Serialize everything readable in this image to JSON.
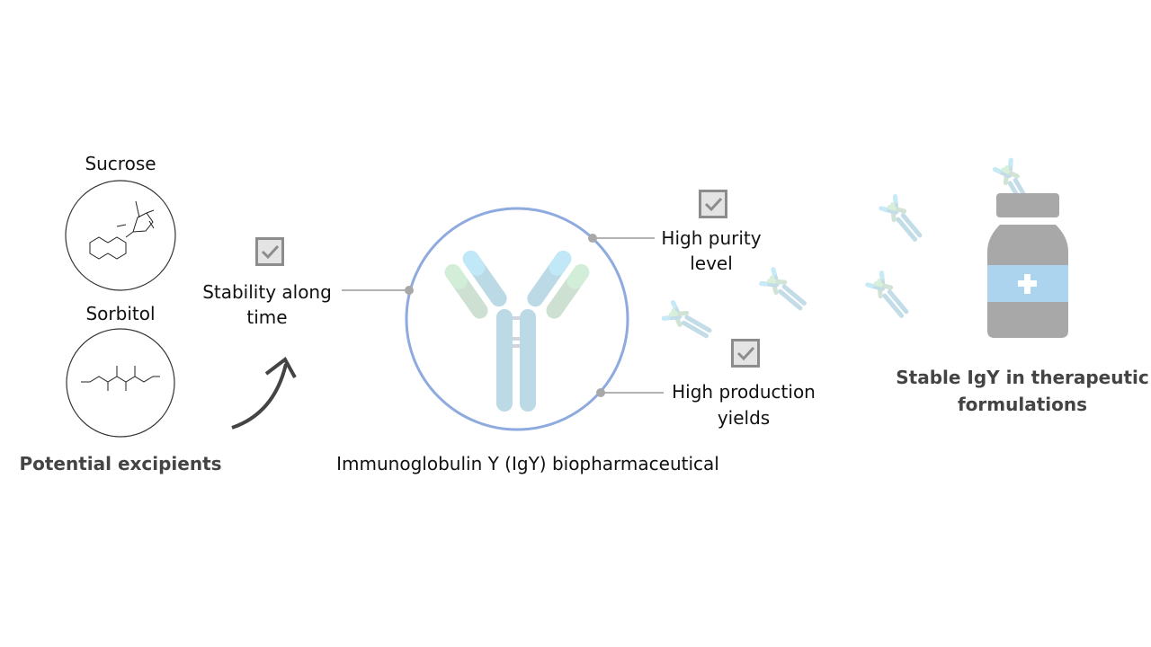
{
  "excipients": {
    "title": "Potential excipients",
    "items": [
      {
        "label": "Sucrose"
      },
      {
        "label": "Sorbitol"
      }
    ]
  },
  "center": {
    "caption": "Immunoglobulin Y (IgY) biopharmaceutical",
    "properties": [
      {
        "line1": "Stability along",
        "line2": "time"
      },
      {
        "line1": "High purity",
        "line2": "level"
      },
      {
        "line1": "High production",
        "line2": "yields"
      }
    ]
  },
  "result": {
    "line1": "Stable IgY in therapeutic",
    "line2": "formulations"
  },
  "colors": {
    "circle": "#8eaadf",
    "stem": "#bcd9e6",
    "light_blue": "#c0e8f6",
    "green": "#d3eed8",
    "grey": "#a8a8a8",
    "band": "#acd4ee"
  }
}
